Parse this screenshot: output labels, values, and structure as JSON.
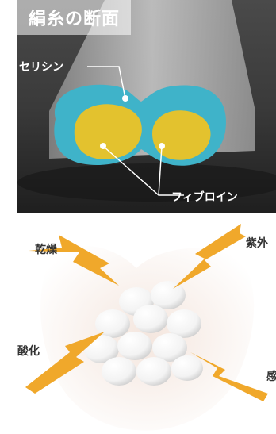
{
  "section_title": "絹糸の断面",
  "labels": {
    "sericin": "セリシン",
    "fibroin": "フィブロイン"
  },
  "stressors": {
    "dryness": "乾燥",
    "uv": "紫外",
    "oxidation": "酸化",
    "infection": "感"
  },
  "colors": {
    "sericin": "#3fb3c9",
    "fibroin": "#e3c22e",
    "arrow": "#f0a82b"
  }
}
